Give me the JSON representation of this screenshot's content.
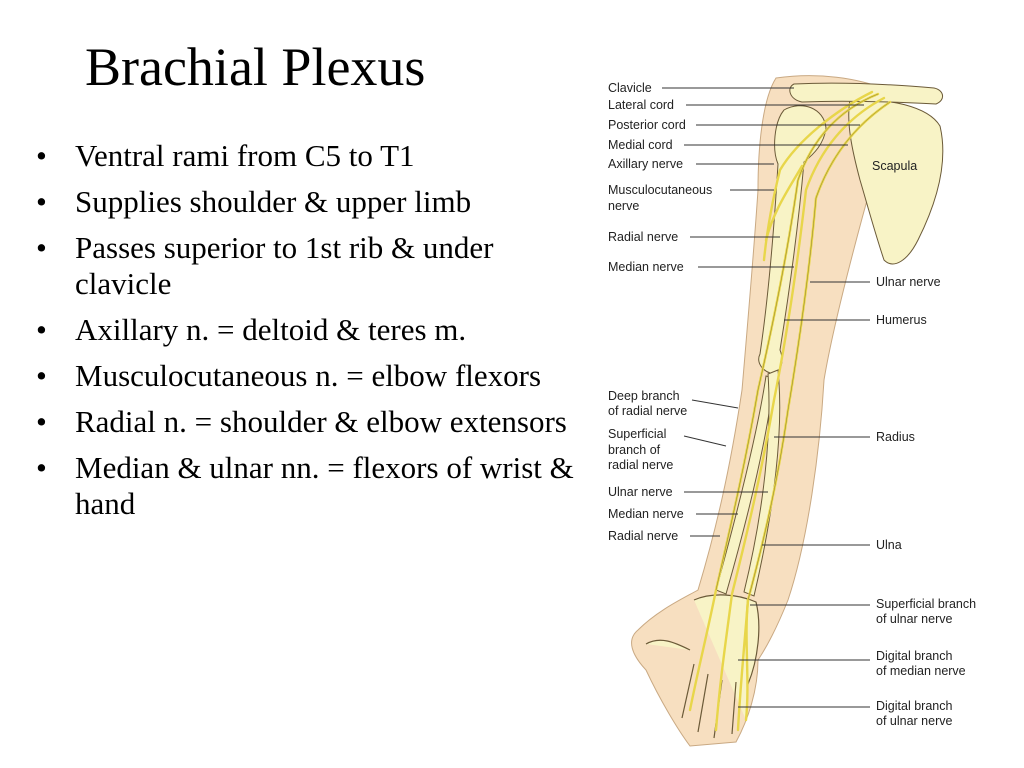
{
  "slide": {
    "title": "Brachial Plexus",
    "bullets": [
      "Ventral rami from C5 to T1",
      "Supplies shoulder & upper limb",
      "Passes superior to 1st rib & under clavicle",
      "Axillary n. = deltoid & teres m.",
      "Musculocutaneous n. = elbow flexors",
      "Radial n. = shoulder & elbow extensors",
      "Median & ulnar nn. = flexors of wrist & hand"
    ]
  },
  "figure": {
    "icon": "arm-nerve-anatomy-illustration",
    "colors": {
      "skin": "#f7dfc0",
      "bone": "#f8f3c6",
      "nerve": "#f2e35c",
      "outline": "#6b5a38"
    },
    "labels_left": [
      "Clavicle",
      "Lateral cord",
      "Posterior cord",
      "Medial cord",
      "Axillary nerve",
      [
        "Musculocutaneous",
        "nerve"
      ],
      "Radial nerve",
      "Median nerve",
      [
        "Deep branch",
        "of radial nerve"
      ],
      [
        "Superficial",
        "branch of",
        "radial nerve"
      ],
      "Ulnar nerve",
      "Median nerve",
      "Radial nerve"
    ],
    "labels_right": [
      "Scapula",
      "Ulnar nerve",
      "Humerus",
      "Radius",
      "Ulna",
      [
        "Superficial branch",
        "of ulnar nerve"
      ],
      [
        "Digital branch",
        "of median nerve"
      ],
      [
        "Digital branch",
        "of ulnar nerve"
      ]
    ]
  }
}
